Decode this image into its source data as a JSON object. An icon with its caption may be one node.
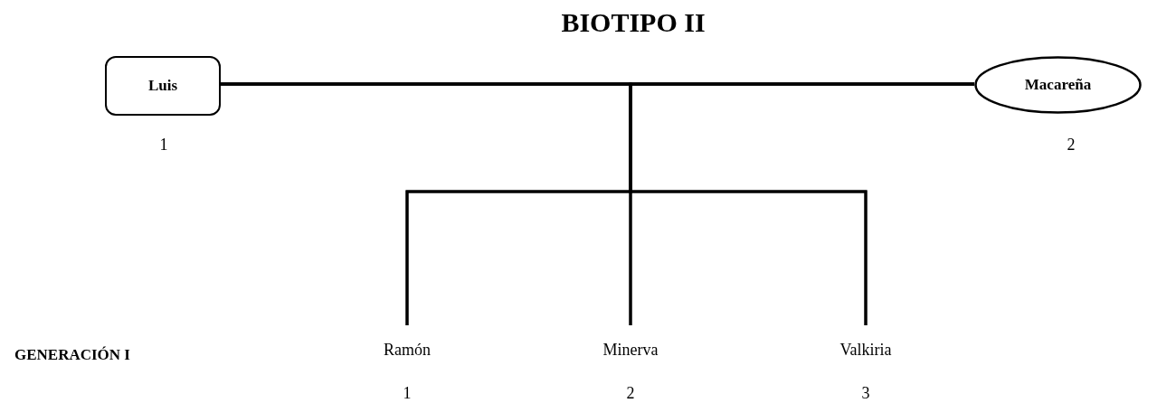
{
  "diagram": {
    "title": "BIOTIPO II",
    "nodes": [
      {
        "text": [
          "Luis"
        ],
        "beside": [
          "1"
        ]
      },
      {
        "text": [
          "Macareña"
        ],
        "beside": [
          "2"
        ]
      },
      {
        "text": [
          "Ramón"
        ],
        "beside": [
          "1"
        ]
      },
      {
        "text": [
          "Minerva"
        ],
        "beside": [
          "2"
        ]
      },
      {
        "text": [
          "Valkiria"
        ],
        "beside": [
          "3"
        ]
      }
    ],
    "edges": [
      {
        "from": 0,
        "to": 1,
        "arrow": "none"
      },
      {
        "from": 0,
        "to": 2,
        "arrow": "none"
      },
      {
        "from": 1,
        "to": 2,
        "arrow": "none"
      },
      {
        "from": 0,
        "to": 3,
        "arrow": "none"
      },
      {
        "from": 1,
        "to": 3,
        "arrow": "none"
      },
      {
        "from": 0,
        "to": 4,
        "arrow": "none"
      },
      {
        "from": 1,
        "to": 4,
        "arrow": "none"
      }
    ],
    "labels": [
      "GENERACIÓN I"
    ]
  }
}
